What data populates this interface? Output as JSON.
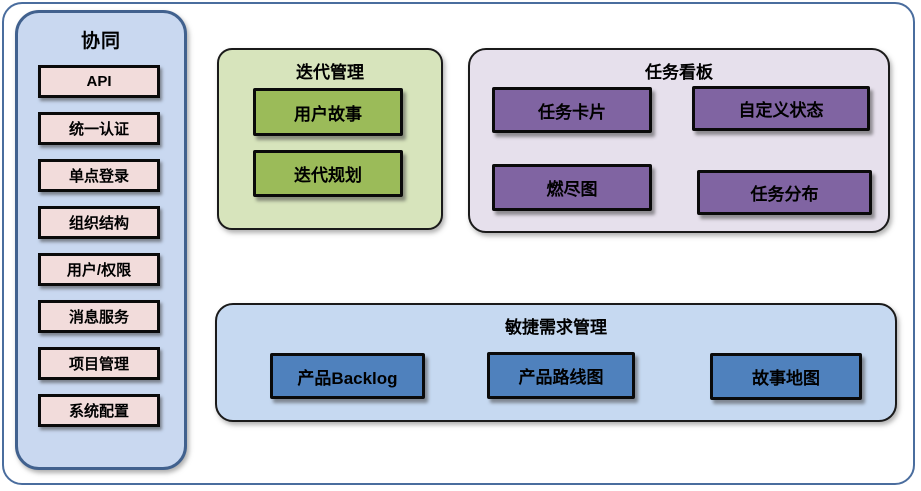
{
  "figure": {
    "outer_border_color": "#4a6d9e",
    "background": "#ffffff"
  },
  "sidebar": {
    "title": "协同",
    "fill": "#c9d8f0",
    "border_color": "#41618e",
    "item_fill": "#f2dcdb",
    "items": [
      {
        "label": "API"
      },
      {
        "label": "统一认证"
      },
      {
        "label": "单点登录"
      },
      {
        "label": "组织结构"
      },
      {
        "label": "用户/权限"
      },
      {
        "label": "消息服务"
      },
      {
        "label": "项目管理"
      },
      {
        "label": "系统配置"
      }
    ]
  },
  "groups": [
    {
      "title": "迭代管理",
      "fill": "#d7e4bc",
      "node_fill": "#9bbb59",
      "items": [
        {
          "label": "用户故事"
        },
        {
          "label": "迭代规划"
        }
      ]
    },
    {
      "title": "任务看板",
      "fill": "#e6e0ec",
      "node_fill": "#8064a2",
      "items": [
        {
          "label": "任务卡片"
        },
        {
          "label": "自定义状态"
        },
        {
          "label": "燃尽图"
        },
        {
          "label": "任务分布"
        }
      ]
    },
    {
      "title": "敏捷需求管理",
      "fill": "#c6d9f1",
      "node_fill": "#4f81bd",
      "items": [
        {
          "label": "产品Backlog"
        },
        {
          "label": "产品路线图"
        },
        {
          "label": "故事地图"
        }
      ]
    }
  ]
}
